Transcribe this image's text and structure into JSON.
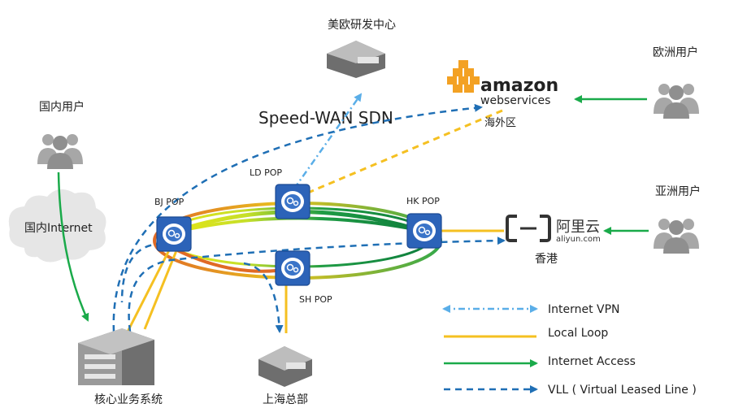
{
  "diagram": {
    "title": "Speed-WAN SDN",
    "pops": {
      "bj": "BJ POP",
      "ld": "LD POP",
      "hk": "HK POP",
      "sh": "SH POP"
    },
    "sites": {
      "rnd_center": "美欧研发中心",
      "domestic_users": "国内用户",
      "domestic_internet": "国内Internet",
      "europe_users": "欧洲用户",
      "asia_users": "亚洲用户",
      "overseas_region": "海外区",
      "hongkong": "香港",
      "core_system": "核心业务系统",
      "shanghai_hq": "上海总部"
    },
    "brands": {
      "amazon_line1": "amazon",
      "amazon_line2": "webservices",
      "aliyun_cn": "阿里云",
      "aliyun_en": "aliyun.com"
    },
    "legend": [
      {
        "label": "Internet  VPN",
        "style": "dashdot",
        "color": "#5aaee8"
      },
      {
        "label": "Local Loop",
        "style": "solid",
        "color": "#f5c021"
      },
      {
        "label": "Internet Access",
        "style": "solid",
        "color": "#1aaa4a"
      },
      {
        "label": "VLL ( Virtual Leased Line )",
        "style": "dashed",
        "color": "#1f6fb5"
      }
    ]
  }
}
